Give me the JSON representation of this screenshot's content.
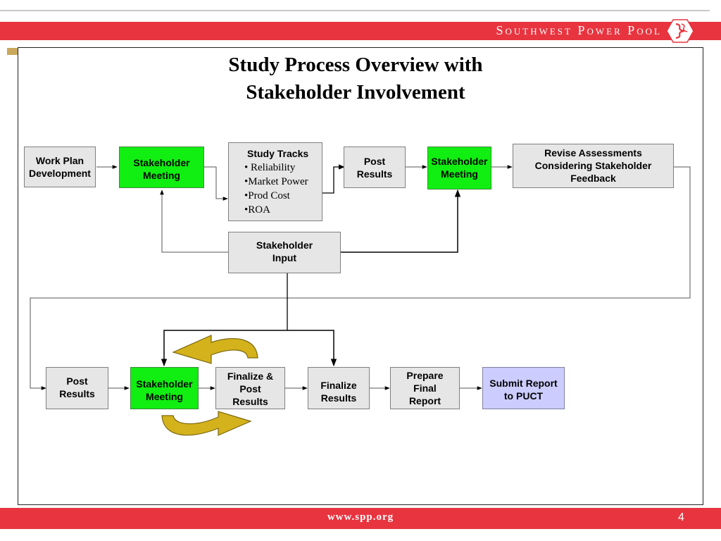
{
  "header": {
    "company": "Southwest Power Pool",
    "brand_color": "#e8343f"
  },
  "slide": {
    "title_line1": "Study Process Overview with",
    "title_line2": "Stakeholder Involvement"
  },
  "nodes": {
    "work_plan": [
      "Work Plan",
      "Development"
    ],
    "stakeholder_meeting_1": [
      "Stakeholder",
      "Meeting"
    ],
    "study_tracks": {
      "heading": "Study Tracks",
      "items": [
        "• Reliability",
        "•Market Power",
        "•Prod Cost",
        "•ROA"
      ]
    },
    "post_results_1": [
      "Post",
      "Results"
    ],
    "stakeholder_meeting_2": [
      "Stakeholder",
      "Meeting"
    ],
    "revise_assessments": [
      "Revise Assessments",
      "Considering  Stakeholder",
      "Feedback"
    ],
    "stakeholder_input": [
      "Stakeholder",
      "Input"
    ],
    "post_results_2": [
      "Post",
      "Results"
    ],
    "stakeholder_meeting_3": [
      "Stakeholder",
      "Meeting"
    ],
    "finalize_post": [
      "Finalize &",
      "Post",
      "Results"
    ],
    "finalize_results": [
      "Finalize",
      "Results"
    ],
    "prepare_final": [
      "Prepare",
      "Final",
      "Report"
    ],
    "submit_report": [
      "Submit Report",
      "to PUCT"
    ]
  },
  "colors": {
    "meeting_green": "#11ee11",
    "process_gray": "#e6e6e6",
    "submit_purple": "#ccccff",
    "cycle_arrow_gold": "#d4b21c"
  },
  "footer": {
    "url": "www.spp.org",
    "page_number": "4"
  }
}
